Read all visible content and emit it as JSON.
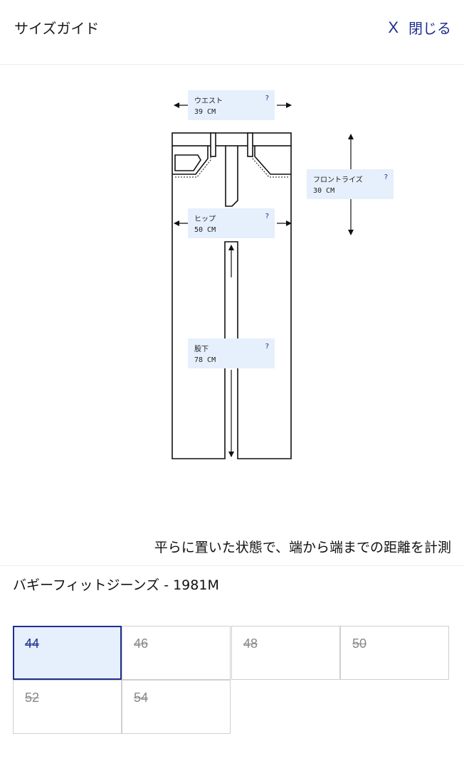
{
  "header": {
    "title": "サイズガイド",
    "close_x": "X",
    "close_label": "閉じる"
  },
  "measurements": [
    {
      "label": "ウエスト",
      "value": "39 CM",
      "help": "?"
    },
    {
      "label": "フロントライズ",
      "value": "30 CM",
      "help": "?"
    },
    {
      "label": "ヒップ",
      "value": "50 CM",
      "help": "?"
    },
    {
      "label": "股下",
      "value": "78 CM",
      "help": "?"
    }
  ],
  "note": "平らに置いた状態で、端から端までの距離を計測",
  "product": "バギーフィットジーンズ - 1981M",
  "sizes": [
    {
      "label": "44",
      "selected": true,
      "available": false
    },
    {
      "label": "46",
      "selected": false,
      "available": false
    },
    {
      "label": "48",
      "selected": false,
      "available": false
    },
    {
      "label": "50",
      "selected": false,
      "available": false
    },
    {
      "label": "52",
      "selected": false,
      "available": false
    },
    {
      "label": "54",
      "selected": false,
      "available": false
    }
  ],
  "colors": {
    "accent": "#1f2f8f",
    "highlight": "#e6effc",
    "border": "#cfcfcf"
  }
}
